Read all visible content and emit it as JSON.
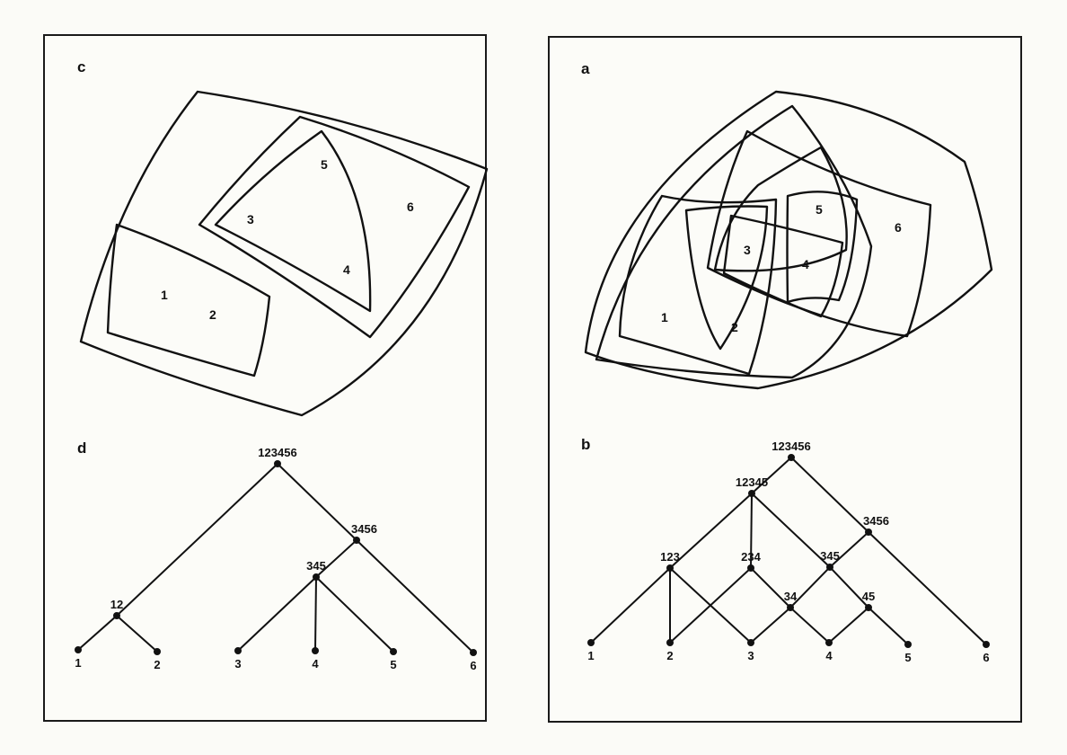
{
  "panels": {
    "c": {
      "letter": "c",
      "regions": [
        "1",
        "2",
        "3",
        "4",
        "5",
        "6"
      ]
    },
    "d": {
      "letter": "d",
      "nodes": [
        "123456",
        "12",
        "3456",
        "345",
        "1",
        "2",
        "3",
        "4",
        "5",
        "6"
      ]
    },
    "a": {
      "letter": "a",
      "regions": [
        "1",
        "2",
        "3",
        "4",
        "5",
        "6"
      ]
    },
    "b": {
      "letter": "b",
      "nodes": [
        "123456",
        "12345",
        "3456",
        "123",
        "234",
        "345",
        "34",
        "45",
        "1",
        "2",
        "3",
        "4",
        "5",
        "6"
      ]
    }
  },
  "trees": {
    "d": {
      "edges": [
        [
          "123456",
          "12"
        ],
        [
          "123456",
          "3456"
        ],
        [
          "12",
          "1"
        ],
        [
          "12",
          "2"
        ],
        [
          "3456",
          "345"
        ],
        [
          "3456",
          "6"
        ],
        [
          "345",
          "3"
        ],
        [
          "345",
          "4"
        ],
        [
          "345",
          "5"
        ]
      ]
    },
    "b": {
      "edges": [
        [
          "123456",
          "12345"
        ],
        [
          "123456",
          "3456"
        ],
        [
          "12345",
          "123"
        ],
        [
          "12345",
          "234"
        ],
        [
          "12345",
          "345"
        ],
        [
          "3456",
          "345"
        ],
        [
          "3456",
          "6"
        ],
        [
          "123",
          "1"
        ],
        [
          "123",
          "2"
        ],
        [
          "123",
          "3"
        ],
        [
          "234",
          "2"
        ],
        [
          "234",
          "34"
        ],
        [
          "345",
          "34"
        ],
        [
          "345",
          "45"
        ],
        [
          "34",
          "3"
        ],
        [
          "34",
          "4"
        ],
        [
          "45",
          "4"
        ],
        [
          "45",
          "5"
        ]
      ]
    }
  },
  "colors": {
    "ink": "#111111",
    "paper": "#fcfcf8"
  }
}
